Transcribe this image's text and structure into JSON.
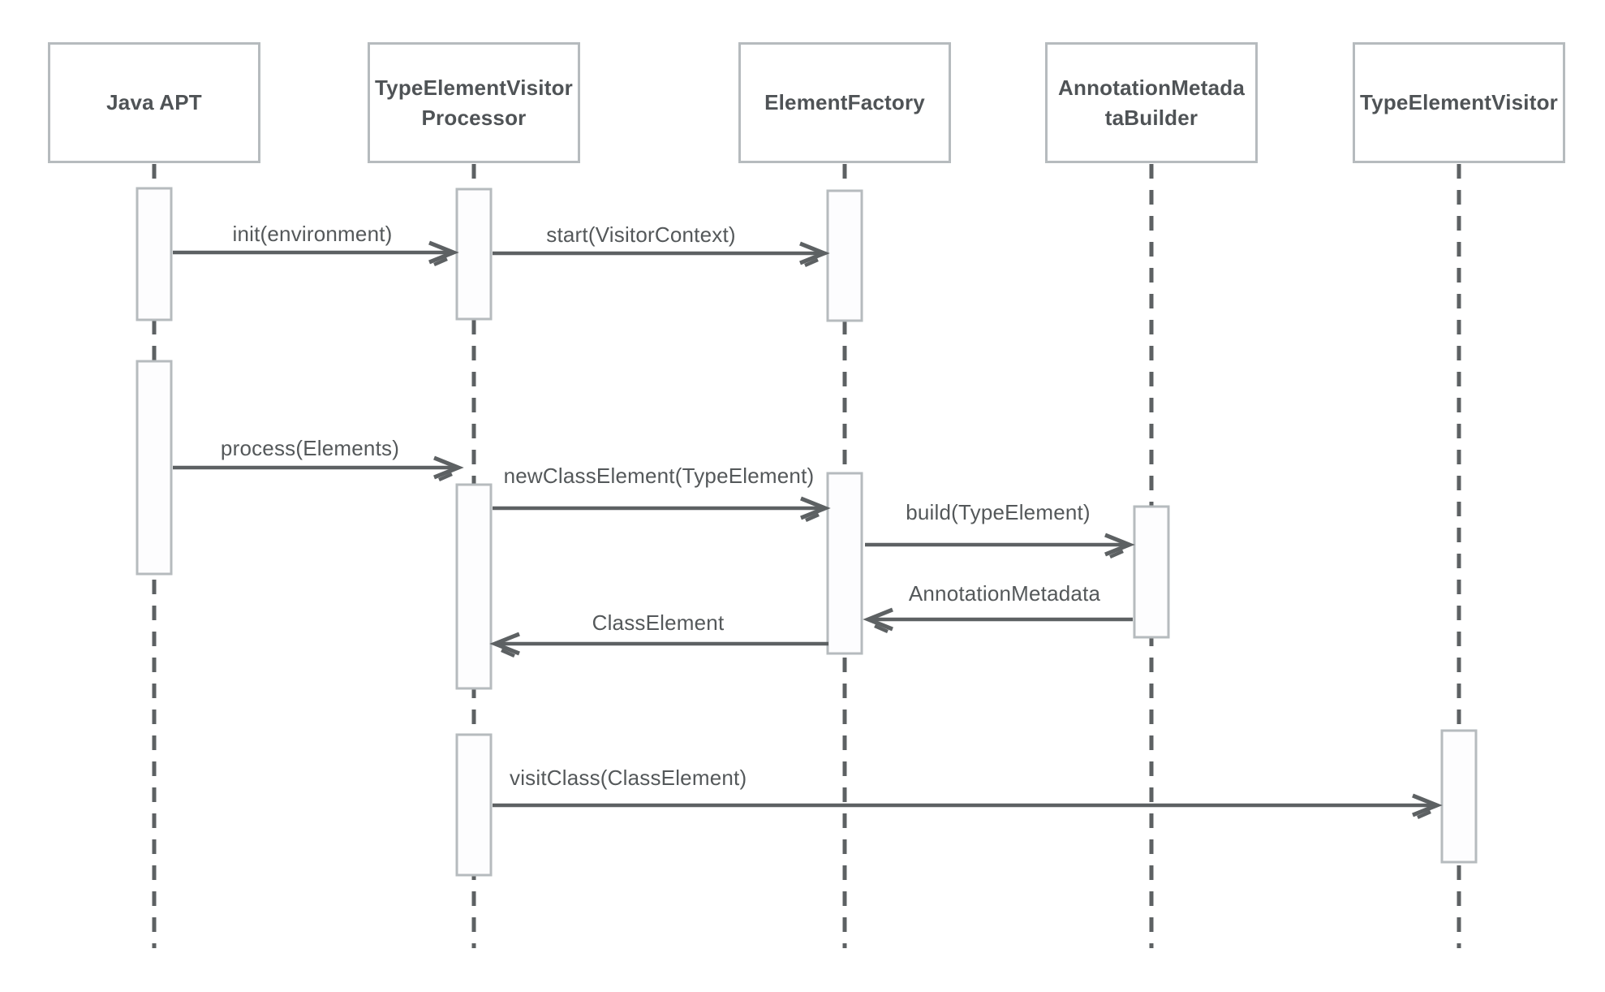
{
  "diagram": {
    "type": "uml-sequence-diagram",
    "background": "#ffffff",
    "colors": {
      "participant_border": "#b6bbbe",
      "participant_fill": "#ffffff",
      "activation_fill": "#fdfdfe",
      "activation_border": "#b6bbbe",
      "lifeline": "#5d6163",
      "arrow": "#5d6163",
      "text": "#54585a"
    },
    "participants": [
      {
        "id": "java-apt",
        "line1": "Java APT"
      },
      {
        "id": "type-element-visitor-processor",
        "line1": "TypeElementVisitor",
        "line2": "Processor"
      },
      {
        "id": "element-factory",
        "line1": "ElementFactory"
      },
      {
        "id": "annotation-metadata-builder",
        "line1": "AnnotationMetada",
        "line2": "taBuilder"
      },
      {
        "id": "type-element-visitor",
        "line1": "TypeElementVisitor"
      }
    ],
    "messages": [
      {
        "label": "init(environment)",
        "from": "Java APT",
        "to": "TypeElementVisitorProcessor",
        "direction": "right"
      },
      {
        "label": "start(VisitorContext)",
        "from": "TypeElementVisitorProcessor",
        "to": "ElementFactory",
        "direction": "right"
      },
      {
        "label": "process(Elements)",
        "from": "Java APT",
        "to": "TypeElementVisitorProcessor",
        "direction": "right"
      },
      {
        "label": "newClassElement(TypeElement)",
        "from": "TypeElementVisitorProcessor",
        "to": "ElementFactory",
        "direction": "right"
      },
      {
        "label": "build(TypeElement)",
        "from": "ElementFactory",
        "to": "AnnotationMetadataBuilder",
        "direction": "right"
      },
      {
        "label": "AnnotationMetadata",
        "from": "AnnotationMetadataBuilder",
        "to": "ElementFactory",
        "direction": "left"
      },
      {
        "label": "ClassElement",
        "from": "ElementFactory",
        "to": "TypeElementVisitorProcessor",
        "direction": "left"
      },
      {
        "label": "visitClass(ClassElement)",
        "from": "TypeElementVisitorProcessor",
        "to": "TypeElementVisitor",
        "direction": "right"
      }
    ]
  }
}
